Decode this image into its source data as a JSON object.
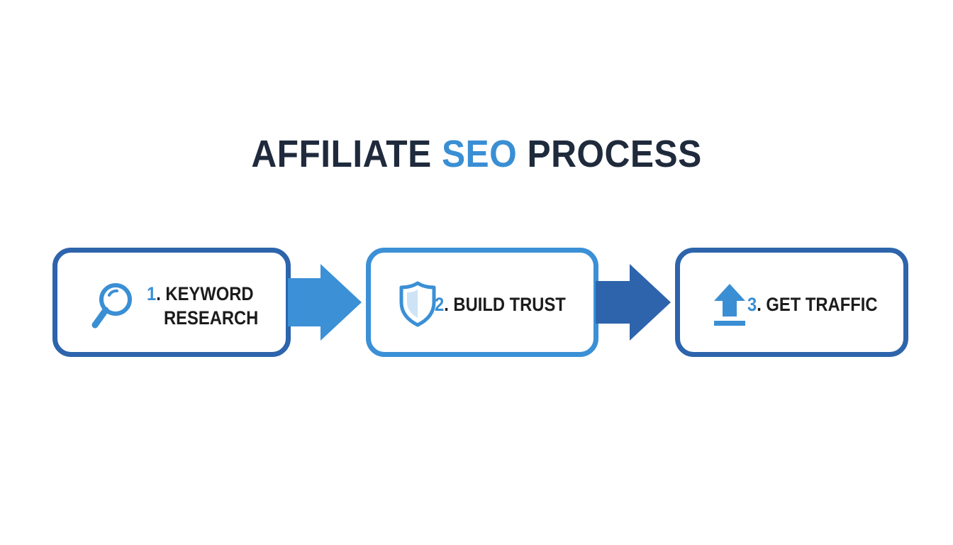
{
  "title": {
    "part1": "AFFILIATE ",
    "highlight": "SEO",
    "part2": " PROCESS"
  },
  "steps": [
    {
      "number": "1",
      "line1": ". KEYWORD",
      "line2": "RESEARCH",
      "icon": "magnifying-glass-icon"
    },
    {
      "number": "2",
      "label": ". BUILD TRUST",
      "icon": "shield-icon"
    },
    {
      "number": "3",
      "label": ". GET TRAFFIC",
      "icon": "upload-arrow-icon"
    }
  ],
  "colors": {
    "dark_blue": "#2d64ac",
    "light_blue": "#3b90d6",
    "text": "#1f2a3c"
  }
}
